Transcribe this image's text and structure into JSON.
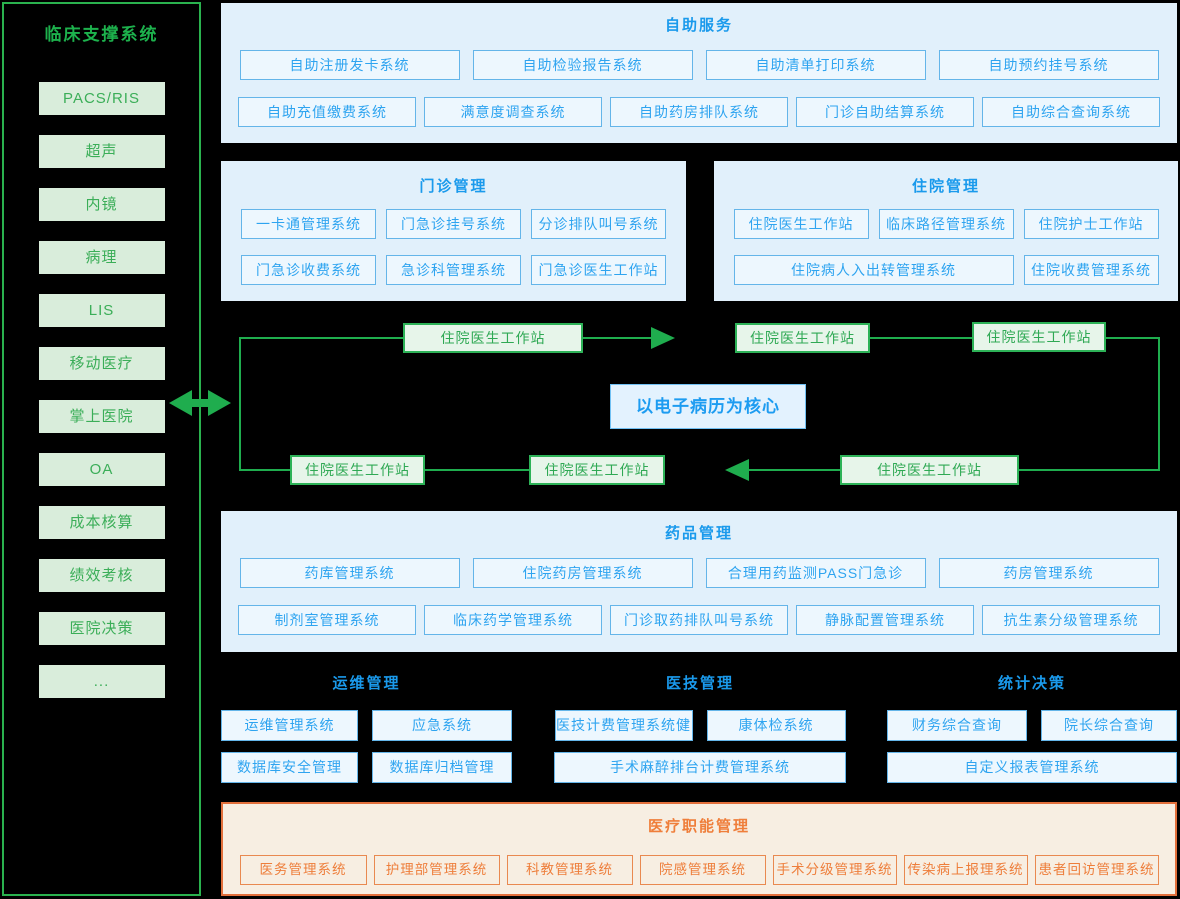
{
  "sidebar": {
    "title": "临床支撑系统",
    "items": [
      "PACS/RIS",
      "超声",
      "内镜",
      "病理",
      "LIS",
      "移动医疗",
      "掌上医院",
      "OA",
      "成本核算",
      "绩效考核",
      "医院决策",
      "..."
    ]
  },
  "self_service": {
    "title": "自助服务",
    "row1": [
      "自助注册发卡系统",
      "自助检验报告系统",
      "自助清单打印系统",
      "自助预约挂号系统"
    ],
    "row2": [
      "自助充值缴费系统",
      "满意度调查系统",
      "自助药房排队系统",
      "门诊自助结算系统",
      "自助综合查询系统"
    ]
  },
  "outpatient": {
    "title": "门诊管理",
    "row1": [
      "一卡通管理系统",
      "门急诊挂号系统",
      "分诊排队叫号系统"
    ],
    "row2": [
      "门急诊收费系统",
      "急诊科管理系统",
      "门急诊医生工作站"
    ]
  },
  "inpatient": {
    "title": "住院管理",
    "row1": [
      "住院医生工作站",
      "临床路径管理系统",
      "住院护士工作站"
    ],
    "row2": [
      "住院病人入出转管理系统",
      "住院收费管理系统"
    ]
  },
  "emr_flow": {
    "center": "以电子病历为核心",
    "nodes": [
      "住院医生工作站",
      "住院医生工作站",
      "住院医生工作站",
      "住院医生工作站",
      "住院医生工作站",
      "住院医生工作站"
    ]
  },
  "pharmacy": {
    "title": "药品管理",
    "row1": [
      "药库管理系统",
      "住院药房管理系统",
      "合理用药监测PASS门急诊",
      "药房管理系统"
    ],
    "row2": [
      "制剂室管理系统",
      "临床药学管理系统",
      "门诊取药排队叫号系统",
      "静脉配置管理系统",
      "抗生素分级管理系统"
    ]
  },
  "ops": {
    "title": "运维管理",
    "row1": [
      "运维管理系统",
      "应急系统"
    ],
    "row2": [
      "数据库安全管理",
      "数据库归档管理"
    ]
  },
  "medtech": {
    "title": "医技管理",
    "row1": [
      "医技计费管理系统健",
      "康体检系统"
    ],
    "row2": [
      "手术麻醉排台计费管理系统"
    ]
  },
  "stats": {
    "title": "统计决策",
    "row1": [
      "财务综合查询",
      "院长综合查询"
    ],
    "row2": [
      "自定义报表管理系统"
    ]
  },
  "admin": {
    "title": "医疗职能管理",
    "row": [
      "医务管理系统",
      "护理部管理系统",
      "科教管理系统",
      "院感管理系统",
      "手术分级管理系统",
      "传染病上报理系统",
      "患者回访管理系统"
    ]
  },
  "colors": {
    "green": "#1fad4e",
    "green_item_bg": "#d9eddb",
    "blue_title": "#1a9aec",
    "blue_section_bg": "#e1f0fb",
    "blue_box_bg": "#edf7fe",
    "orange": "#ef7e3a",
    "orange_section_bg": "#f7eee2",
    "background": "#000000"
  }
}
